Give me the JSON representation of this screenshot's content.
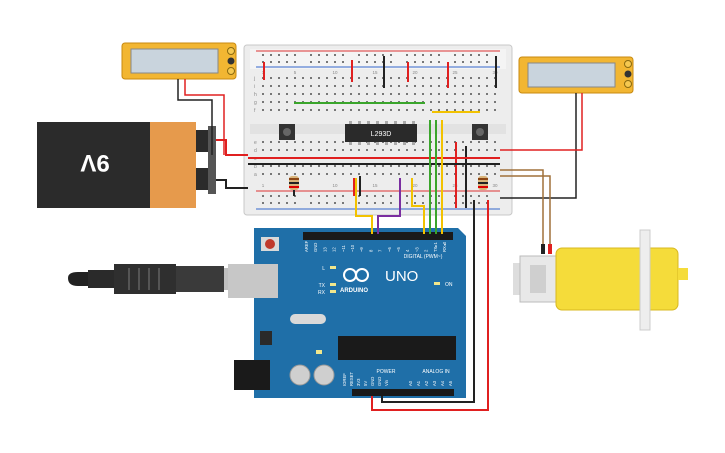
{
  "battery": {
    "label": "9V"
  },
  "breadboard": {
    "row_letters_top": [
      "j",
      "i",
      "h",
      "g",
      "f"
    ],
    "row_letters_bottom": [
      "e",
      "d",
      "c",
      "b",
      "a"
    ],
    "column_numbers": [
      "1",
      "5",
      "10",
      "15",
      "20",
      "25",
      "30"
    ]
  },
  "chip": {
    "label": "L293D"
  },
  "arduino": {
    "model": "UNO",
    "brand": "ARDUINO",
    "digital_header": "DIGITAL (PWM~)",
    "digital_pins": [
      "AREF",
      "GND",
      "13",
      "12",
      "~11",
      "~10",
      "~9",
      "8",
      "7",
      "~6",
      "~5",
      "4",
      "~3",
      "2",
      "TX▸1",
      "RX◂0"
    ],
    "power_header": "POWER",
    "power_pins": [
      "IOREF",
      "RESET",
      "3V3",
      "5V",
      "GND",
      "GND",
      "Vin"
    ],
    "analog_header": "ANALOG IN",
    "analog_pins": [
      "A0",
      "A1",
      "A2",
      "A3",
      "A4",
      "A5"
    ],
    "led_labels": [
      "L",
      "TX",
      "RX",
      "ON"
    ]
  },
  "colors": {
    "board_blue": "#1f6fa8",
    "wire_red": "#e02020",
    "wire_black": "#222222",
    "wire_yellow": "#f2c200",
    "wire_green": "#3aa52b",
    "wire_purple": "#7a2ea0",
    "wire_brown": "#a0703a",
    "motor_yellow": "#f5dc3a",
    "meter_orange": "#f2b632"
  }
}
